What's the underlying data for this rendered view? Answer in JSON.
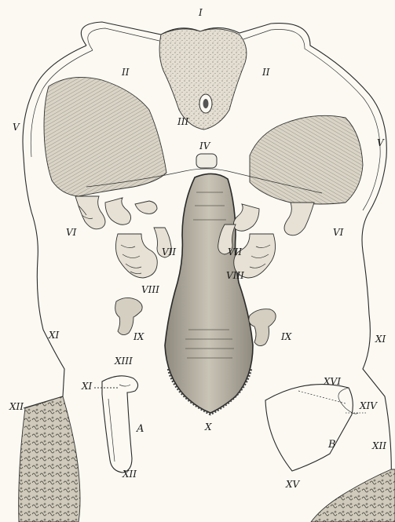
{
  "figure": {
    "labels": {
      "I": "I",
      "II": "II",
      "III": "III",
      "IV": "IV",
      "V": "V",
      "VI": "VI",
      "VII": "VII",
      "VIII": "VIII",
      "IX": "IX",
      "X": "X",
      "XI": "XI",
      "XII": "XII",
      "XIII": "XIII",
      "XIV": "XIV",
      "XV": "XV",
      "XVI": "XVI",
      "A": "A",
      "B": "B"
    },
    "colors": {
      "background": "#fbf9f2",
      "ink": "#2a2a2a",
      "tissue_fill": "#d9d4c6",
      "tissue_dark": "#9e998c"
    }
  }
}
